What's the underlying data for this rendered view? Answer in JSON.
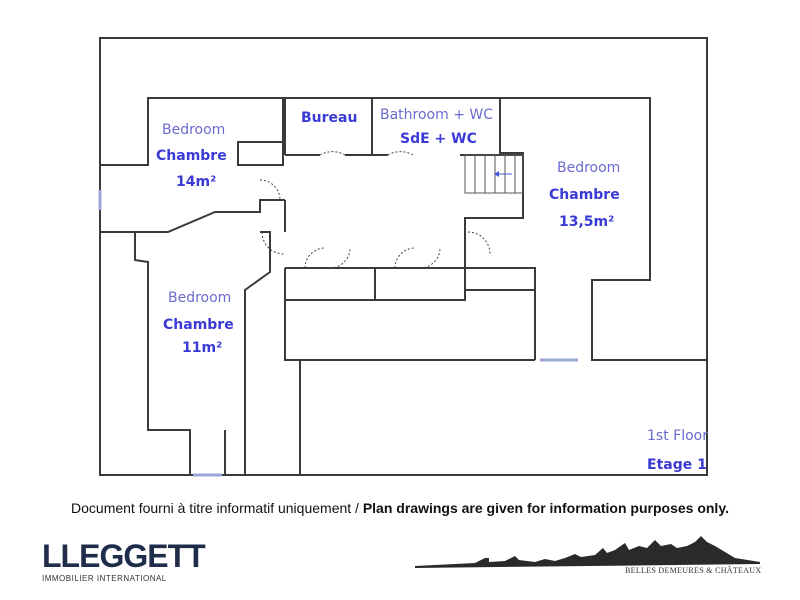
{
  "rooms": {
    "bedroom_left_top": {
      "en": "Bedroom",
      "fr": "Chambre",
      "area": "14m²"
    },
    "bedroom_left_bottom": {
      "en": "Bedroom",
      "fr": "Chambre",
      "area": "11m²"
    },
    "bedroom_right": {
      "en": "Bedroom",
      "fr": "Chambre",
      "area": "13,5m²"
    },
    "office": {
      "fr": "Bureau"
    },
    "bathroom": {
      "en": "Bathroom + WC",
      "fr": "SdE + WC"
    }
  },
  "floor": {
    "en": "1st Floor",
    "fr": "Etage 1"
  },
  "disclaimer": {
    "fr": "Document fourni à titre informatif uniquement / ",
    "en": "Plan drawings are given for information purposes only."
  },
  "brand": {
    "name": "LLEGGETT",
    "tagline": "IMMOBILIER INTERNATIONAL"
  },
  "partner": {
    "tagline": "BELLES DEMEURES & CHÂTEAUX"
  },
  "colors": {
    "label_fr": "#3a3ad6",
    "label_en": "#6b6bcf",
    "wall": "#3a3a3a",
    "brand": "#1f2c4a"
  }
}
